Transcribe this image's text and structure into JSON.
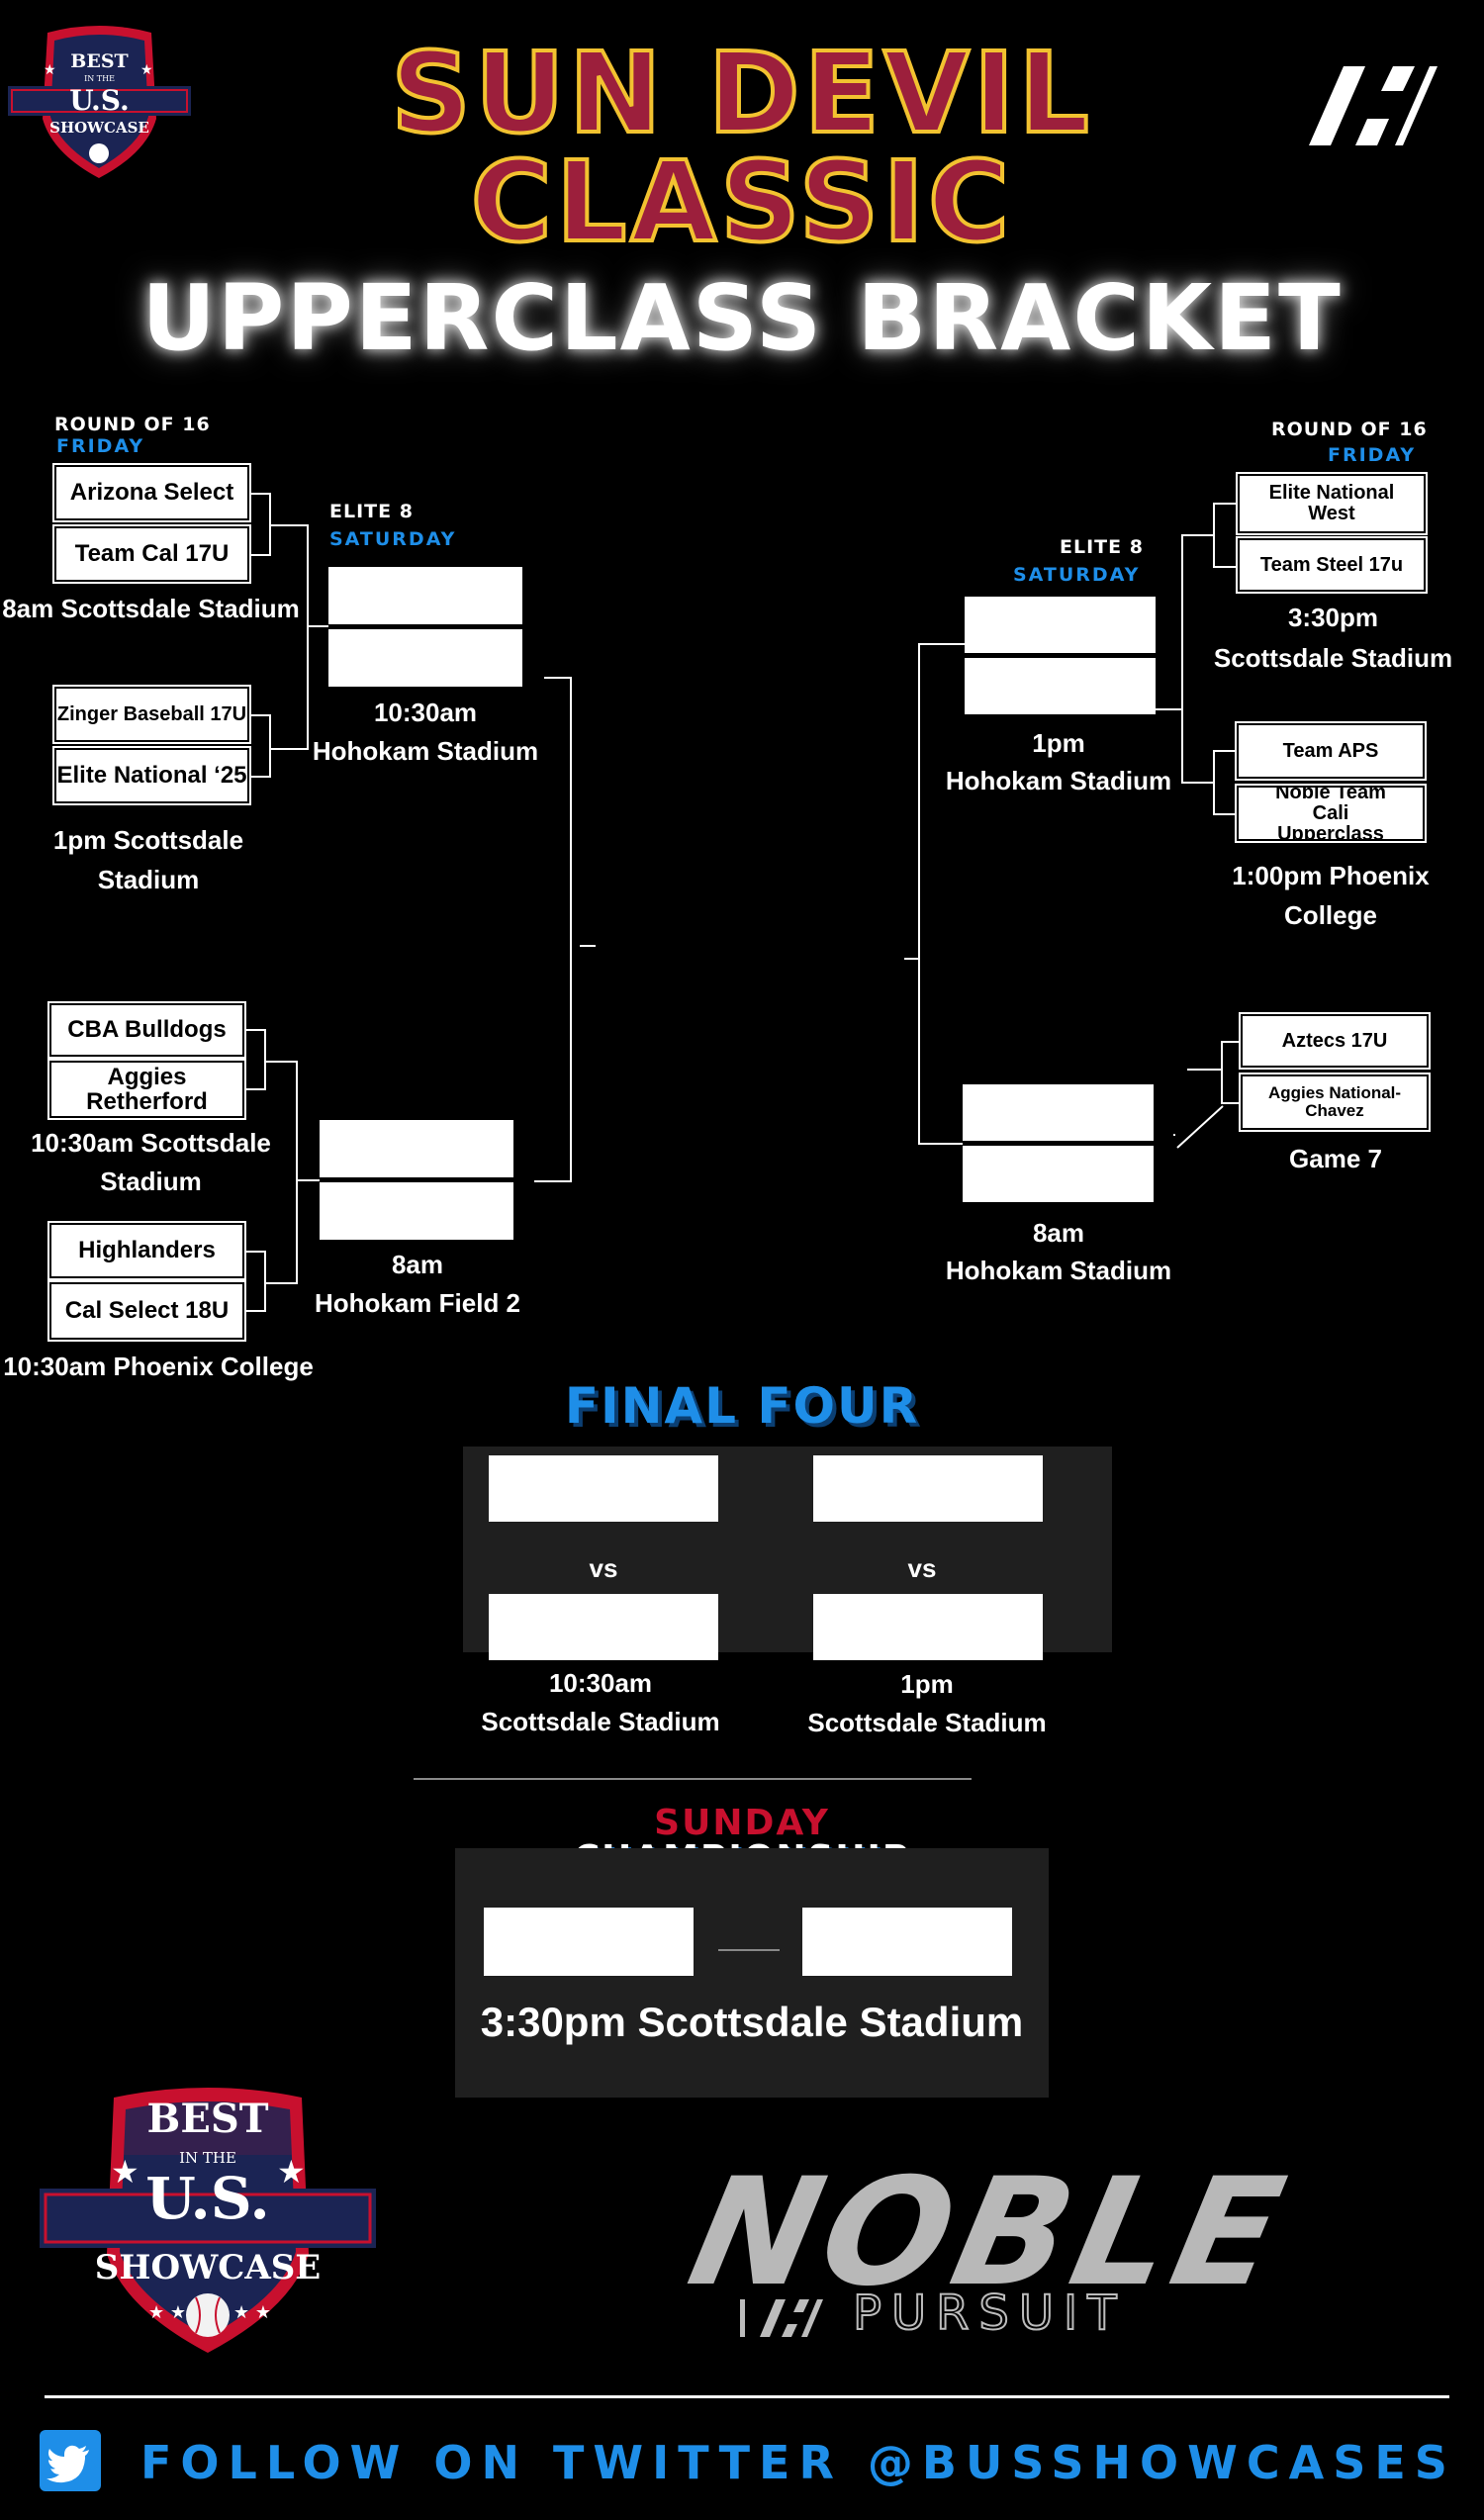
{
  "header": {
    "title_line1": "SUN DEVIL",
    "title_line2": "CLASSIC",
    "subtitle": "UPPERCLASS BRACKET"
  },
  "logos": {
    "bus_small": {
      "best": "BEST",
      "in_the": "IN THE",
      "us": "U.S.",
      "showcase": "SHOWCASE"
    },
    "bus_large": {
      "best": "BEST",
      "in_the": "IN THE",
      "us": "U.S.",
      "showcase": "SHOWCASE"
    },
    "noble": {
      "word": "NOBLE",
      "tagline": "PURSUIT"
    }
  },
  "left": {
    "r16_label": "ROUND OF 16",
    "r16_day": "FRIDAY",
    "e8_label": "ELITE 8",
    "e8_day": "SATURDAY",
    "r16_games": [
      {
        "team1": "Arizona Select",
        "team2": "Team Cal 17U",
        "info": "8am Scottsdale Stadium"
      },
      {
        "team1": "Zinger Baseball 17U",
        "team2": "Elite National ‘25",
        "info": "1pm Scottsdale Stadium"
      },
      {
        "team1": "CBA Bulldogs",
        "team2": "Aggies Retherford",
        "info_line1": "10:30am Scottsdale",
        "info_line2": "Stadium"
      },
      {
        "team1": "Highlanders",
        "team2": "Cal Select 18U",
        "info": "10:30am Phoenix College"
      }
    ],
    "e8_games": [
      {
        "time": "10:30am",
        "venue": "Hohokam Stadium"
      },
      {
        "time": "8am",
        "venue": "Hohokam Field 2"
      }
    ]
  },
  "right": {
    "r16_label": "ROUND OF 16",
    "r16_day": "FRIDAY",
    "e8_label": "ELITE 8",
    "e8_day": "SATURDAY",
    "r16_games": [
      {
        "team1": "Elite National West",
        "team2": "Team Steel 17u",
        "info_line1": "3:30pm",
        "info_line2": "Scottsdale Stadium"
      },
      {
        "team1": "Team APS",
        "team2": "Noble Team Cali Upperclass",
        "info_line1": "1:00pm Phoenix",
        "info_line2": "College"
      },
      {
        "team1": "Aztecs 17U",
        "team2": "Aggies National-Chavez",
        "info": "Game 7"
      }
    ],
    "e8_games": [
      {
        "time": "1pm",
        "venue": "Hohokam Stadium"
      },
      {
        "time": "8am",
        "venue": "Hohokam Stadium"
      }
    ]
  },
  "final_four": {
    "title": "FINAL FOUR",
    "vs": "vs",
    "games": [
      {
        "time": "10:30am",
        "venue": "Scottsdale Stadium"
      },
      {
        "time": "1pm",
        "venue": "Scottsdale Stadium"
      }
    ]
  },
  "championship": {
    "day": "SUNDAY",
    "title": "CHAMPIONSHIP",
    "info": "3:30pm Scottsdale Stadium"
  },
  "footer": {
    "twitter_icon": "twitter-bird-icon",
    "text": "FOLLOW ON TWITTER @BUSSHOWCASES"
  },
  "colors": {
    "title_fill": "#9c1f3c",
    "title_outline": "#f2c230",
    "accent_blue": "#1e8ee8",
    "sunday_red": "#c8102e",
    "panel_gray": "#1f1f1f"
  }
}
